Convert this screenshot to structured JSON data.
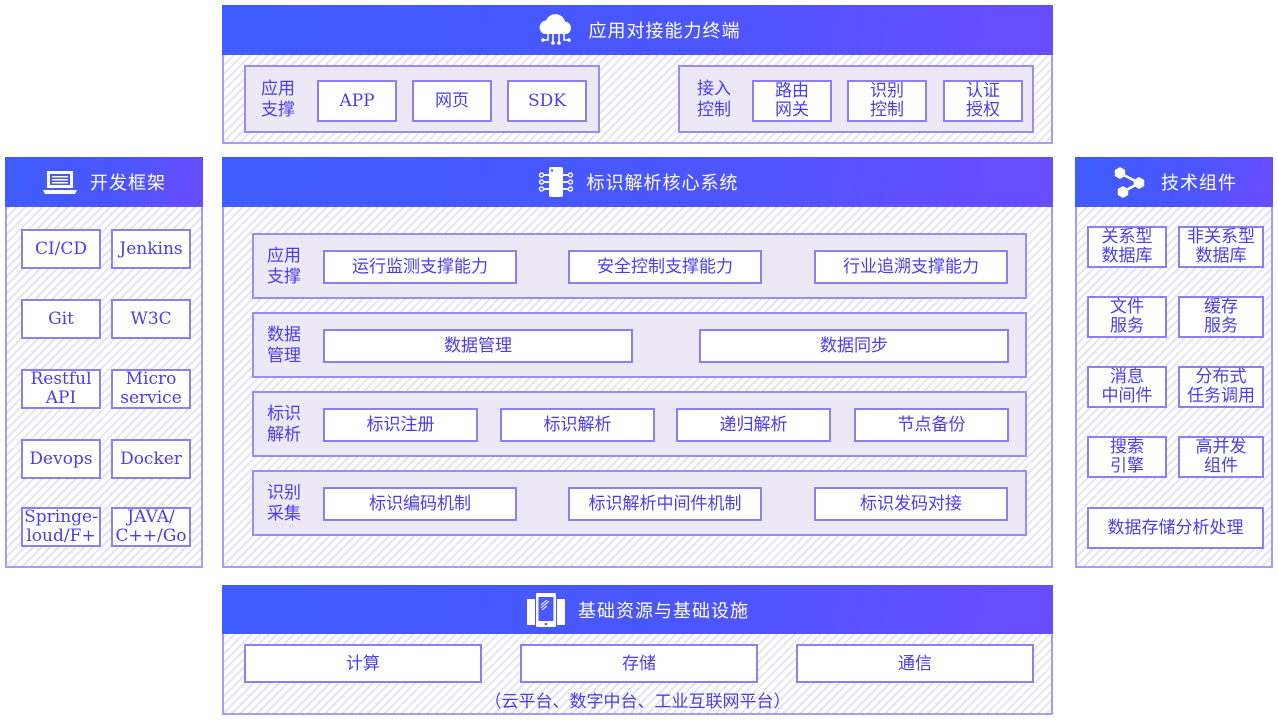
{
  "colors": {
    "header_gradient_start": "#3f5cff",
    "header_gradient_end": "#6a4cff",
    "text": "#4a3df0",
    "box_border": "#8d7ef3",
    "group_bg": "#ece8f6",
    "hatch": "#e6e3f6"
  },
  "top": {
    "title": "应用对接能力终端",
    "icon": "cloud-network-icon",
    "groups": [
      {
        "label": [
          "应用",
          "支撑"
        ],
        "items": [
          "APP",
          "网页",
          "SDK"
        ]
      },
      {
        "label": [
          "接入",
          "控制"
        ],
        "items": [
          [
            "路由",
            "网关"
          ],
          [
            "识别",
            "控制"
          ],
          [
            "认证",
            "授权"
          ]
        ]
      }
    ]
  },
  "left": {
    "title": "开发框架",
    "icon": "laptop-icon",
    "items": [
      [
        "CI/CD"
      ],
      [
        "Jenkins"
      ],
      [
        "Git"
      ],
      [
        "W3C"
      ],
      [
        "Restful",
        "API"
      ],
      [
        "Micro",
        "service"
      ],
      [
        "Devops"
      ],
      [
        "Docker"
      ],
      [
        "Springe-",
        "loud/F+"
      ],
      [
        "JAVA/",
        "C++/Go"
      ]
    ]
  },
  "core": {
    "title": "标识解析核心系统",
    "icon": "chip-icon",
    "rows": [
      {
        "label": [
          "应用",
          "支撑"
        ],
        "items": [
          "运行监测支撑能力",
          "安全控制支撑能力",
          "行业追溯支撑能力"
        ]
      },
      {
        "label": [
          "数据",
          "管理"
        ],
        "items": [
          "数据管理",
          "数据同步"
        ]
      },
      {
        "label": [
          "标识",
          "解析"
        ],
        "items": [
          "标识注册",
          "标识解析",
          "递归解析",
          "节点备份"
        ]
      },
      {
        "label": [
          "识别",
          "采集"
        ],
        "items": [
          "标识编码机制",
          "标识解析中间件机制",
          "标识发码对接"
        ]
      }
    ]
  },
  "right": {
    "title": "技术组件",
    "icon": "share-nodes-icon",
    "items": [
      [
        "关系型",
        "数据库"
      ],
      [
        "非关系型",
        "数据库"
      ],
      [
        "文件",
        "服务"
      ],
      [
        "缓存",
        "服务"
      ],
      [
        "消息",
        "中间件"
      ],
      [
        "分布式",
        "任务调用"
      ],
      [
        "搜索",
        "引擎"
      ],
      [
        "高并发",
        "组件"
      ]
    ],
    "wide_item": "数据存储分析处理"
  },
  "bottom": {
    "title": "基础资源与基础设施",
    "icon": "devices-icon",
    "items": [
      "计算",
      "存储",
      "通信"
    ],
    "note": "（云平台、数字中台、工业互联网平台）"
  }
}
